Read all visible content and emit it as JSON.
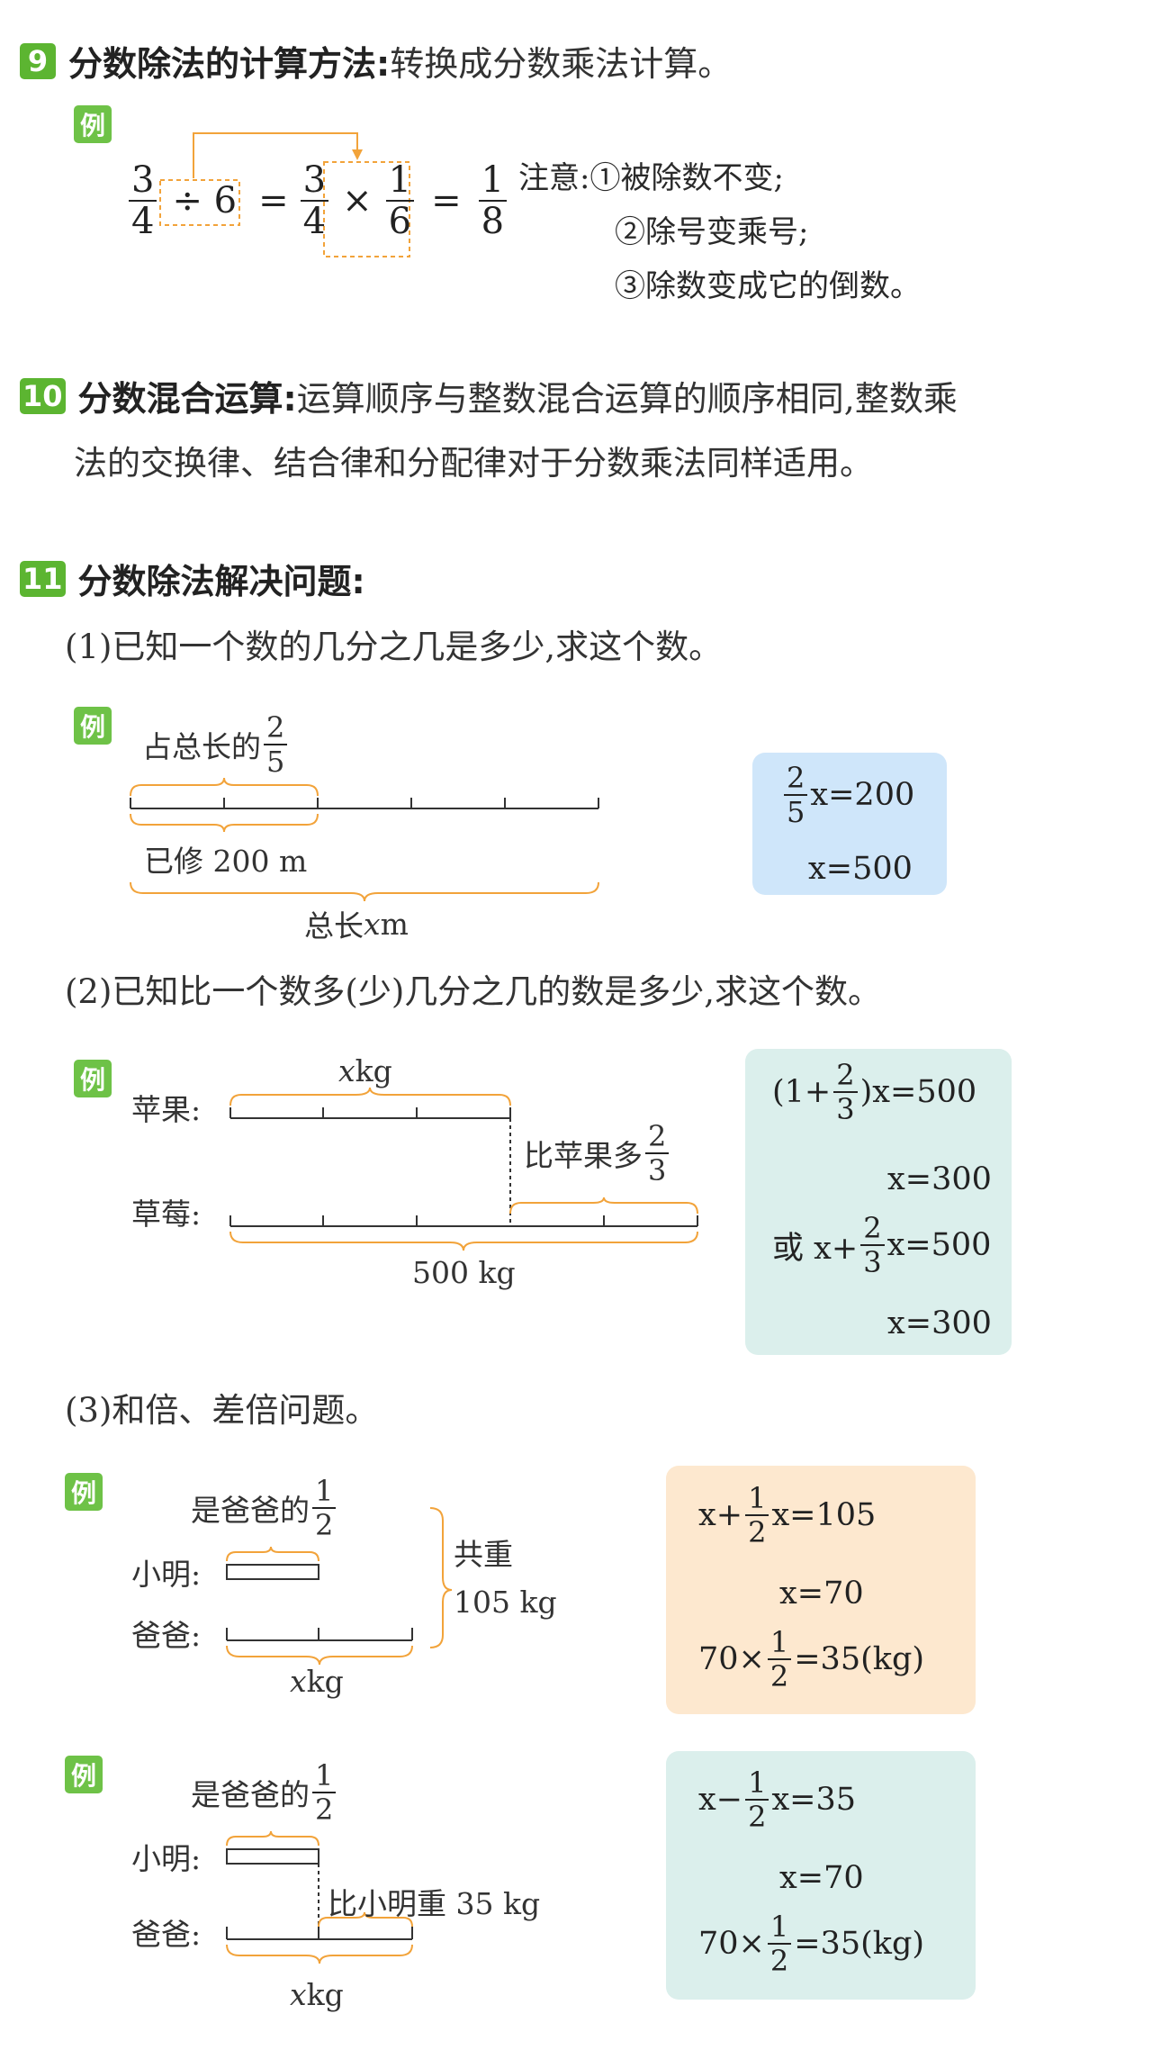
{
  "sec9": {
    "number": "9",
    "title": "分数除法的计算方法:",
    "desc": "转换成分数乘法计算。",
    "example_tag": "例",
    "eq": {
      "a_n": "3",
      "a_d": "4",
      "div": "÷ 6",
      "eq1": "=",
      "b_n": "3",
      "b_d": "4",
      "times": "×",
      "c_n": "1",
      "c_d": "6",
      "eq2": "=",
      "r_n": "1",
      "r_d": "8"
    },
    "notes": [
      "注意:①被除数不变;",
      "②除号变乘号;",
      "③除数变成它的倒数。"
    ]
  },
  "sec10": {
    "number": "10",
    "title": "分数混合运算:",
    "desc": "运算顺序与整数混合运算的顺序相同,整数乘",
    "desc2": "法的交换律、结合律和分配律对于分数乘法同样适用。"
  },
  "sec11": {
    "number": "11",
    "title": "分数除法解决问题:",
    "q1": "(1)已知一个数的几分之几是多少,求这个数。",
    "ex1": {
      "tag": "例",
      "top_label": "占总长的",
      "frac_n": "2",
      "frac_d": "5",
      "built": "已修 200 m",
      "total_pre": "总长",
      "total_x": "x",
      "total_unit": " m",
      "sol_l1_n": "2",
      "sol_l1_d": "5",
      "sol_l1": "x=200",
      "sol_l2": "x=500"
    },
    "q2": "(2)已知比一个数多(少)几分之几的数是多少,求这个数。",
    "ex2": {
      "tag": "例",
      "apple": "苹果:",
      "straw": "草莓:",
      "xkg_x": "x",
      "xkg_unit": " kg",
      "more": "比苹果多",
      "more_n": "2",
      "more_d": "3",
      "total": "500 kg",
      "s1_pre": "(1+",
      "s1_n": "2",
      "s1_d": "3",
      "s1_post": ")x=500",
      "s2": "x=300",
      "s3_pre": "或 x+",
      "s3_n": "2",
      "s3_d": "3",
      "s3_post": "x=500",
      "s4": "x=300"
    },
    "q3": "(3)和倍、差倍问题。",
    "ex3": {
      "tag": "例",
      "top": "是爸爸的",
      "top_n": "1",
      "top_d": "2",
      "ming": "小明:",
      "dad": "爸爸:",
      "together": "共重",
      "together_w": "105 kg",
      "xkg_x": "x",
      "xkg_unit": " kg",
      "s1_pre": "x+",
      "s1_n": "1",
      "s1_d": "2",
      "s1_post": "x=105",
      "s2": "x=70",
      "s3_pre": "70×",
      "s3_n": "1",
      "s3_d": "2",
      "s3_post": "=35(kg)"
    },
    "ex4": {
      "tag": "例",
      "top": "是爸爸的",
      "top_n": "1",
      "top_d": "2",
      "ming": "小明:",
      "dad": "爸爸:",
      "heavier": "比小明重 35 kg",
      "xkg_x": "x",
      "xkg_unit": " kg",
      "s1_pre": "x−",
      "s1_n": "1",
      "s1_d": "2",
      "s1_post": "x=35",
      "s2": "x=70",
      "s3_pre": "70×",
      "s3_n": "1",
      "s3_d": "2",
      "s3_post": "=35(kg)"
    }
  },
  "colors": {
    "badge": "#5cb531",
    "example": "#6ec247",
    "arrow": "#f2a33a",
    "blue_box": "#cfe6fa",
    "mint_box": "#dbefec",
    "peach_box": "#fde8cf"
  }
}
